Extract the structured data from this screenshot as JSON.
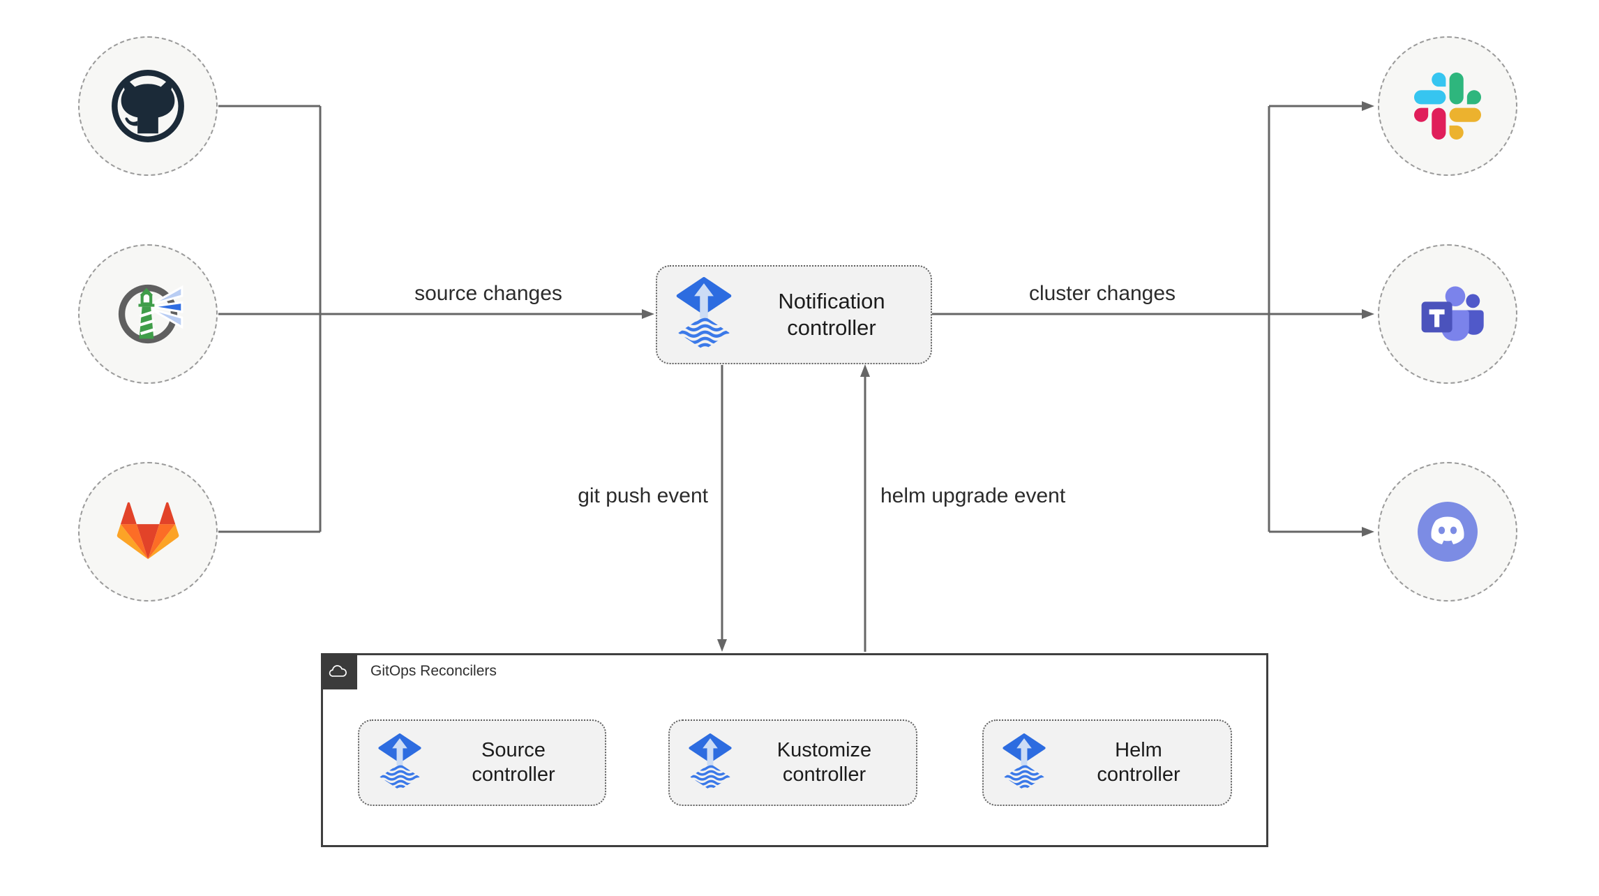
{
  "diagram": {
    "notification_controller": {
      "label": "Notification controller",
      "icon": "flux-icon"
    },
    "sources": [
      {
        "name": "github",
        "icon": "github-icon"
      },
      {
        "name": "harbor",
        "icon": "harbor-icon"
      },
      {
        "name": "gitlab",
        "icon": "gitlab-icon"
      }
    ],
    "targets": [
      {
        "name": "slack",
        "icon": "slack-icon"
      },
      {
        "name": "teams",
        "icon": "microsoft-teams-icon"
      },
      {
        "name": "discord",
        "icon": "discord-icon"
      }
    ],
    "edge_labels": {
      "source_changes": "source changes",
      "cluster_changes": "cluster changes",
      "git_push_event": "git push event",
      "helm_upgrade_event": "helm upgrade event"
    },
    "reconcilers": {
      "title": "GitOps Reconcilers",
      "badge_icon": "cloud-icon",
      "items": [
        {
          "label": "Source controller",
          "icon": "flux-icon"
        },
        {
          "label": "Kustomize controller",
          "icon": "flux-icon"
        },
        {
          "label": "Helm controller",
          "icon": "flux-icon"
        }
      ]
    },
    "colors": {
      "connector_line": "#666666",
      "box_fill": "#f2f2f2",
      "box_border": "#5f5f5f",
      "node_fill": "#f7f7f5",
      "node_border": "#9a9a9a",
      "container_border": "#3f3f3f",
      "badge_fill": "#3b3b3b",
      "text": "#1c1c1c",
      "flux_blue": "#2d6ce0",
      "gitlab_red": "#e24329",
      "gitlab_orange": "#fc6d26",
      "gitlab_amber": "#fca326",
      "slack_blue": "#36c5f0",
      "slack_green": "#2eb67d",
      "slack_yellow": "#ecb22e",
      "slack_pink": "#e01e5a",
      "teams_purple": "#4b53bc",
      "discord_blurple": "#7c8ce4",
      "harbor_green": "#3f9d49",
      "github_dark": "#1b2a38"
    }
  }
}
